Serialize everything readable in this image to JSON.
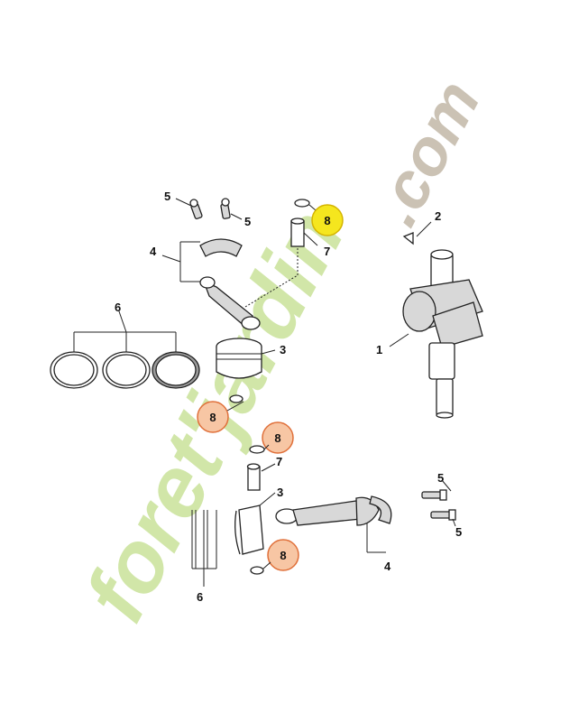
{
  "watermark": {
    "main": "foret'jardin",
    "suffix": ".com",
    "main_color": "#c9e29a",
    "suffix_color": "#c2b8a8"
  },
  "callouts": [
    {
      "id": "c1",
      "text": "1"
    },
    {
      "id": "c2",
      "text": "2"
    },
    {
      "id": "c3a",
      "text": "3"
    },
    {
      "id": "c3b",
      "text": "3"
    },
    {
      "id": "c4a",
      "text": "4"
    },
    {
      "id": "c4b",
      "text": "4"
    },
    {
      "id": "c5a",
      "text": "5"
    },
    {
      "id": "c5b",
      "text": "5"
    },
    {
      "id": "c5c",
      "text": "5"
    },
    {
      "id": "c5d",
      "text": "5"
    },
    {
      "id": "c6a",
      "text": "6"
    },
    {
      "id": "c6b",
      "text": "6"
    },
    {
      "id": "c7a",
      "text": "7"
    },
    {
      "id": "c7b",
      "text": "7"
    }
  ],
  "badges": [
    {
      "id": "b1",
      "text": "8",
      "style": "highlight",
      "color": "#f5e61e",
      "border": "#d4b400"
    },
    {
      "id": "b2",
      "text": "8",
      "style": "normal",
      "color": "#f7c6a4",
      "border": "#e0703a"
    },
    {
      "id": "b3",
      "text": "8",
      "style": "normal",
      "color": "#f7c6a4",
      "border": "#e0703a"
    },
    {
      "id": "b4",
      "text": "8",
      "style": "normal",
      "color": "#f7c6a4",
      "border": "#e0703a"
    }
  ]
}
